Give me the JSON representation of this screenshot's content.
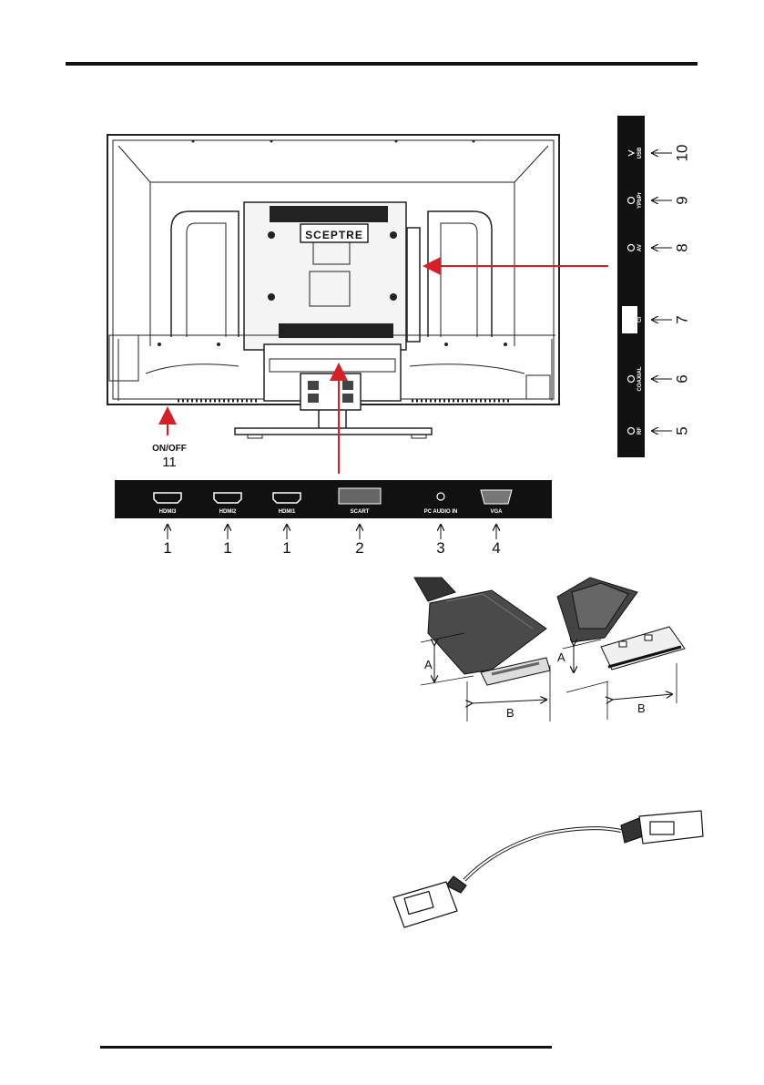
{
  "brand": "SCEPTRE",
  "power": {
    "label": "ON/OFF",
    "number": "11"
  },
  "bottom_panel": [
    {
      "label": "HDMI3",
      "number": "1",
      "icon": "hdmi-port-icon"
    },
    {
      "label": "HDMI2",
      "number": "1",
      "icon": "hdmi-port-icon"
    },
    {
      "label": "HDMI1",
      "number": "1",
      "icon": "hdmi-port-icon"
    },
    {
      "label": "SCART",
      "number": "2",
      "icon": "scart-port-icon"
    },
    {
      "label": "PC AUDIO IN",
      "number": "3",
      "icon": "audio-jack-icon"
    },
    {
      "label": "VGA",
      "number": "4",
      "icon": "vga-port-icon"
    }
  ],
  "side_panel": [
    {
      "label": "USB",
      "number": "10",
      "icon": "usb-port-icon"
    },
    {
      "label": "YPbPr",
      "number": "9",
      "icon": "jack-icon"
    },
    {
      "label": "AV",
      "number": "8",
      "icon": "jack-icon"
    },
    {
      "label": "CI",
      "number": "7",
      "icon": "ci-slot-icon"
    },
    {
      "label": "COAXIAL",
      "number": "6",
      "icon": "jack-icon"
    },
    {
      "label": "RF",
      "number": "5",
      "icon": "jack-icon"
    }
  ],
  "connector_dims": {
    "a": "A",
    "b": "B"
  }
}
